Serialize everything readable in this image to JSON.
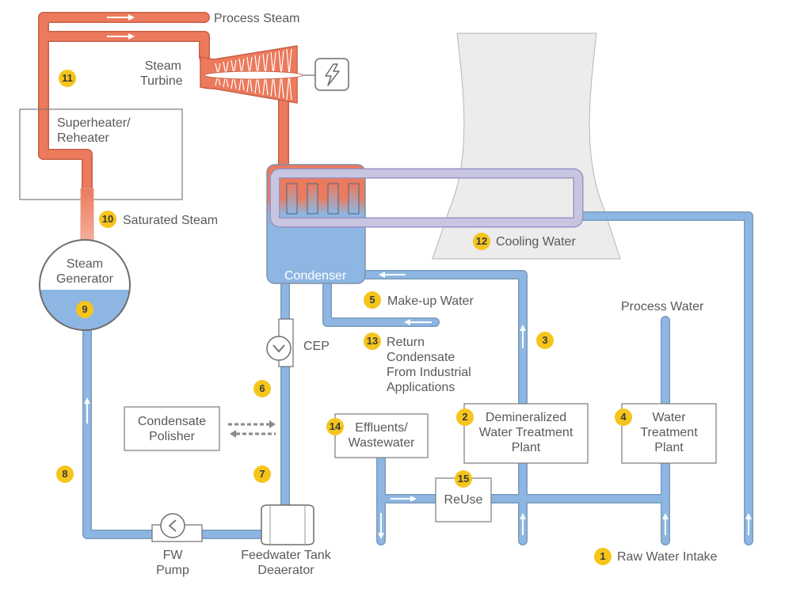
{
  "colors": {
    "steam": "#ec7a5c",
    "water": "#8db7e2",
    "water_stroke": "#7a9bbd",
    "steam_stroke": "#c85f47",
    "cooling": "#c7c5e0",
    "cooling_stroke": "#9a93c4",
    "tower": "#ececec",
    "marker": "#f5c51c",
    "text": "#58595b"
  },
  "labels": {
    "process_steam": "Process Steam",
    "steam_turbine": "Steam\nTurbine",
    "superheater": "Superheater/\nReheater",
    "saturated_steam": "Saturated Steam",
    "steam_generator": "Steam\nGenerator",
    "condenser": "Condenser",
    "cooling_water": "Cooling Water",
    "makeup_water": "Make-up Water",
    "return_condensate": "Return\nCondensate\nFrom Industrial\nApplications",
    "cep": "CEP",
    "process_water": "Process Water",
    "condensate_polisher": "Condensate\nPolisher",
    "effluents": "Effluents/\nWastewater",
    "demin": "Demineralized\nWater Treatment\nPlant",
    "water_treatment": "Water\nTreatment\nPlant",
    "reuse": "ReUse",
    "fw_pump": "FW\nPump",
    "feedwater_tank": "Feedwater Tank\nDeaerator",
    "raw_water_intake": "Raw Water Intake"
  },
  "markers": {
    "m1": "1",
    "m2": "2",
    "m3": "3",
    "m4": "4",
    "m5": "5",
    "m6": "6",
    "m7": "7",
    "m8": "8",
    "m9": "9",
    "m10": "10",
    "m11": "11",
    "m12": "12",
    "m13": "13",
    "m14": "14",
    "m15": "15"
  },
  "icons": {
    "generator": "lightning-bolt-icon",
    "pumps": "chevron-left-icon",
    "cep": "chevron-down-icon",
    "flow": "arrow-icon"
  }
}
